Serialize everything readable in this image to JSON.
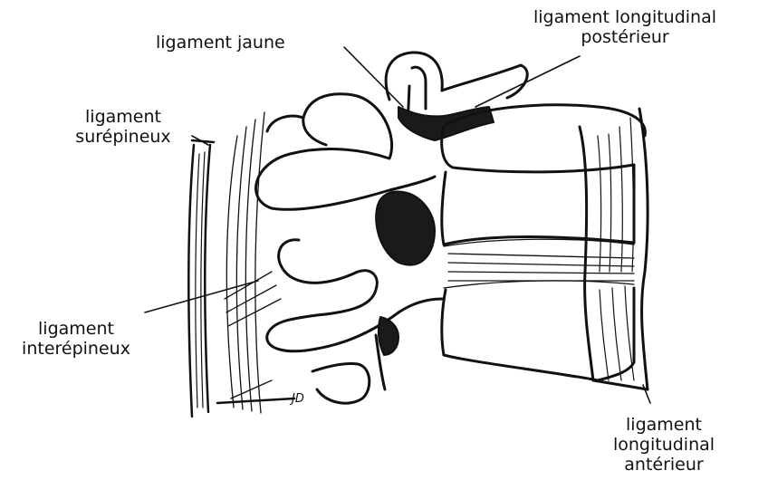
{
  "labels": {
    "ligament_jaune": "ligament jaune",
    "ligament_longitudinal_posterieur": [
      "ligament longitudinal",
      "postérieur"
    ],
    "ligament_surepineux": [
      "ligament",
      "surépineux"
    ],
    "ligament_interepineux": [
      "ligament",
      "interépineux"
    ],
    "ligament_longitudinal_anterieur": [
      "ligament",
      "longitudinal",
      "antérieur"
    ]
  },
  "signature": "JD",
  "colors": {
    "ink": "#111111",
    "paper": "#ffffff",
    "ligament_shade": "#1a1a1a"
  }
}
